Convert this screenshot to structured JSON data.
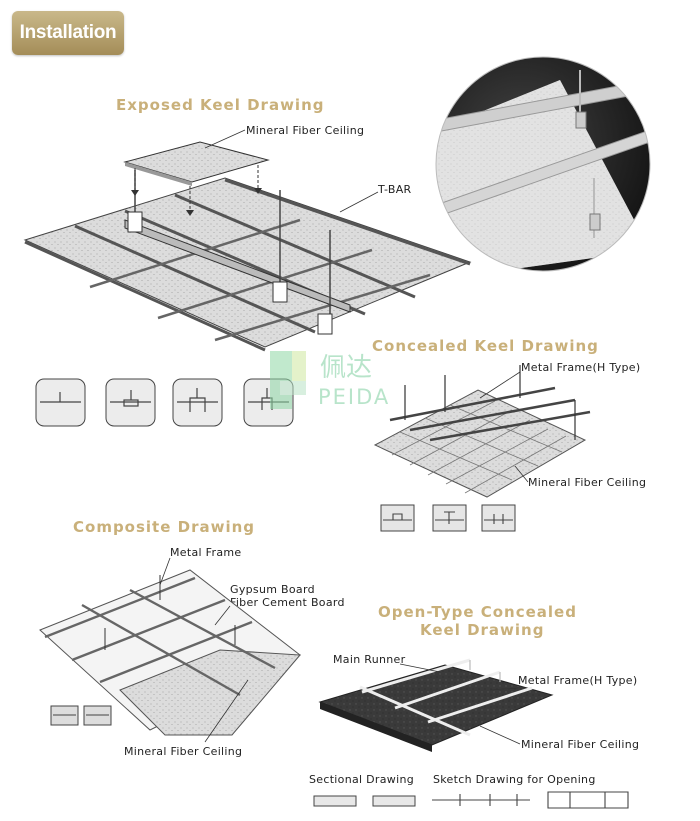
{
  "header": {
    "badge": "Installation"
  },
  "sections": {
    "exposed": {
      "title": "Exposed Keel Drawing",
      "label_ceiling": "Mineral Fiber Ceiling",
      "label_tbar": "T-BAR"
    },
    "concealed": {
      "title": "Concealed Keel Drawing",
      "label_frame": "Metal Frame(H Type)",
      "label_ceiling": "Mineral Fiber Ceiling"
    },
    "composite": {
      "title": "Composite Drawing",
      "label_frame": "Metal Frame",
      "label_board1": "Gypsum Board",
      "label_board2": "Fiber Cement Board",
      "label_ceiling": "Mineral Fiber Ceiling"
    },
    "open_type": {
      "title_line1": "Open-Type Concealed",
      "title_line2": "Keel Drawing",
      "label_runner": "Main Runner",
      "label_frame": "Metal Frame(H Type)",
      "label_ceiling": "Mineral Fiber Ceiling",
      "label_sectional": "Sectional Drawing",
      "label_sketch": "Sketch Drawing for Opening"
    }
  },
  "watermark": {
    "cn": "佩达",
    "en": "PEIDA"
  },
  "colors": {
    "title": "#c9b07a",
    "badge": "#b09a65",
    "watermark": "#7fcfa0"
  }
}
